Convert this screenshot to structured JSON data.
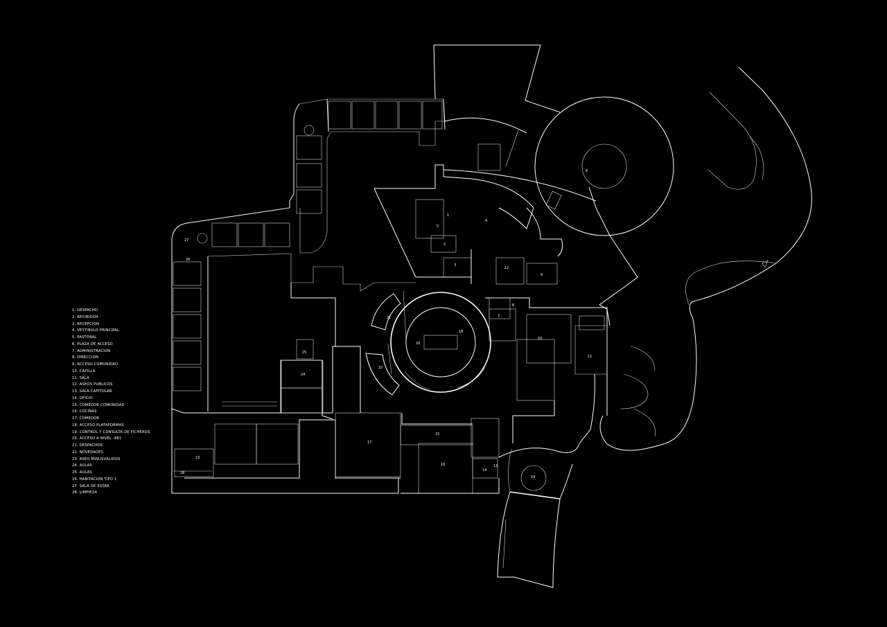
{
  "legend": [
    "1. DESPACHO",
    "2. RECIBIDOR",
    "3. RECEPCION",
    "4. VESTIBULO PRINCIPAL",
    "5. PASTORAL",
    "6. PLAZA DE ACCESO",
    "7. ADMINISTRACION",
    "8. DIRECCION",
    "9. ACCESO COMUNIDAD",
    "10. CAPILLA",
    "11. SALA",
    "12. ASEOS PUBLICOS",
    "13. SALA CAPITULAR",
    "14. OFICIO",
    "15. COMEDOR COMUNIDAD",
    "16. COCINAS",
    "17. COMEDOR",
    "18. ACCESO PLATAFORMAS",
    "19. CONTROL Y CONSULTA DE FICHEROS",
    "20. ACCESO A NIVEL -481",
    "21. DESPACHOS",
    "22. NOVEDADES",
    "23. ASEO MINUSVALIDOS",
    "24. AULAS",
    "25. AULAS",
    "26. HABITACION TIPO 1",
    "27. SALA DE ESTAR",
    "28. LIMPIEZA"
  ],
  "room_numbers": [
    "1",
    "2",
    "3",
    "4",
    "5",
    "6",
    "7",
    "8",
    "9",
    "10",
    "11",
    "12",
    "13",
    "14",
    "15",
    "16",
    "17",
    "18",
    "19",
    "20",
    "21",
    "22",
    "23",
    "24",
    "25",
    "26",
    "27",
    "28"
  ]
}
